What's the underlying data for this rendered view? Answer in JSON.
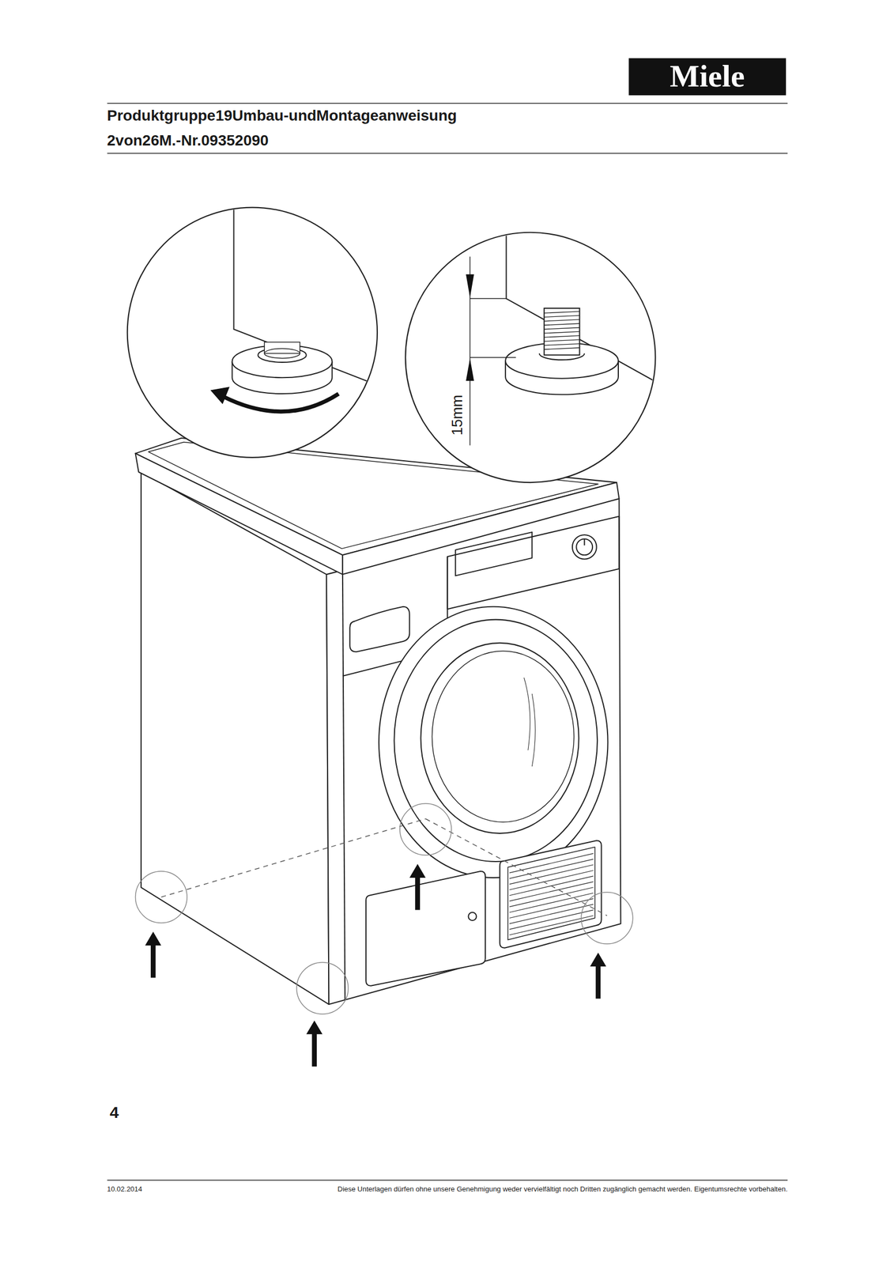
{
  "diagram": {
    "title": "Produktgruppe19Umbau-undMontageanweisung",
    "labels": [
      "2von26M.-Nr.09352090",
      "Miele",
      "15mm",
      "4",
      "10.02.2014",
      "Diese Unterlagen dürfen ohne unsere Genehmigung weder vervielfältigt noch Dritten zugänglich gemacht werden. Eigentumsrechte vorbehalten."
    ]
  }
}
